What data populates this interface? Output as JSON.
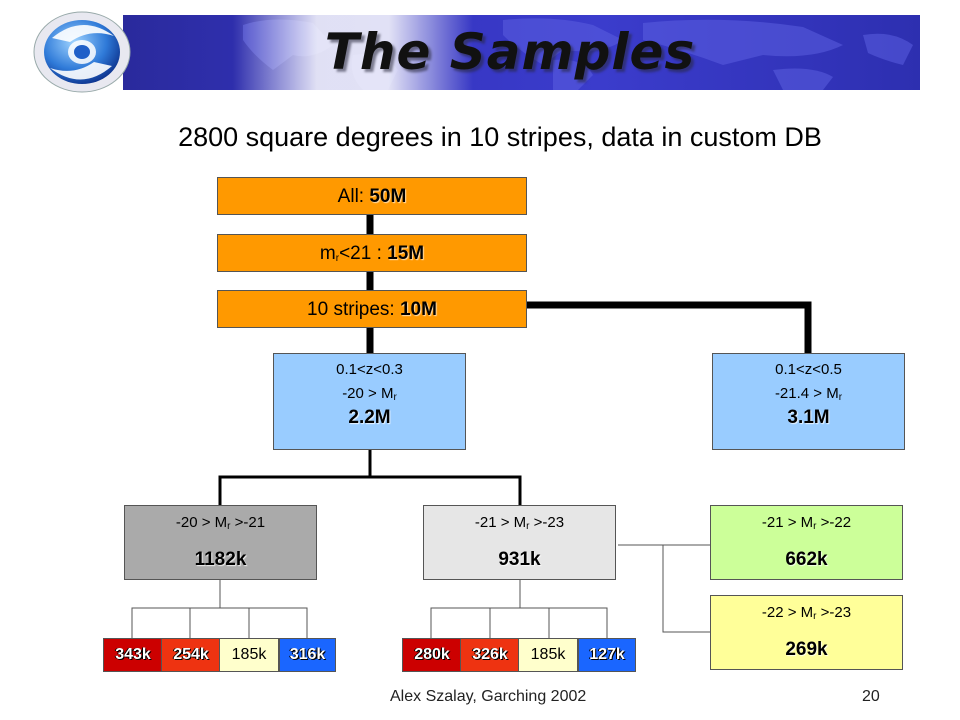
{
  "title": "The Samples",
  "subtitle": "2800 square degrees in 10 stripes, data in custom DB",
  "level1": {
    "label": "All:",
    "value": "50M"
  },
  "level2": {
    "label_main": "m",
    "label_sub": "r",
    "label_rest": "<21 :",
    "value": "15M"
  },
  "level3": {
    "label": "10 stripes:",
    "value": "10M"
  },
  "branch_left": {
    "line1": "0.1<z<0.3",
    "line2_pre": "-20 > M",
    "line2_sub": "r",
    "value": "2.2M"
  },
  "branch_right": {
    "line1": "0.1<z<0.5",
    "line2_pre": "-21.4 > M",
    "line2_sub": "r",
    "value": "3.1M"
  },
  "sub_a": {
    "pre": "-20 > M",
    "sub": "r",
    "post": " >-21",
    "value": "1182k"
  },
  "sub_b": {
    "pre": "-21 > M",
    "sub": "r",
    "post": " >-23",
    "value": "931k"
  },
  "sub_c": {
    "pre": "-21 > M",
    "sub": "r",
    "post": " >-22",
    "value": "662k"
  },
  "sub_d": {
    "pre": "-22 > M",
    "sub": "r",
    "post": " >-23",
    "value": "269k"
  },
  "leaves_a": [
    "343k",
    "254k",
    "185k",
    "316k"
  ],
  "leaves_b": [
    "280k",
    "326k",
    "185k",
    "127k"
  ],
  "colors": {
    "orange": "#ff9900",
    "blue": "#99ccff",
    "dark_red": "#cc0000",
    "red_orange": "#ee3311",
    "cream": "#ffffcc",
    "bright_blue": "#1a66ff"
  },
  "footer": "Alex Szalay, Garching 2002",
  "page_number": "20"
}
